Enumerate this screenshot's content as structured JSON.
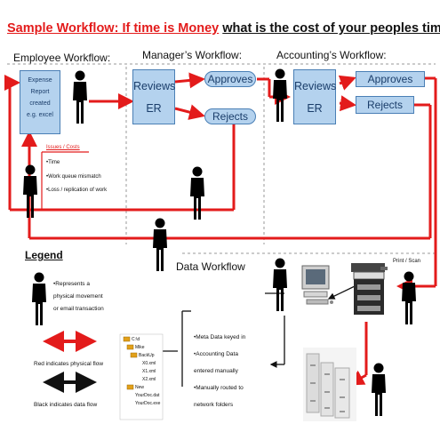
{
  "title": {
    "part1": "Sample Workflow: If time is Money",
    "part2": "what is the cost of your peoples time?"
  },
  "headings": {
    "employee": "Employee Workflow:",
    "manager": "Manager’s Workflow:",
    "accounting": "Accounting’s Workflow:",
    "legend": "Legend",
    "data_workflow": "Data Workflow"
  },
  "employee_box": [
    "Expense",
    "Report",
    "created",
    "e.g. excel"
  ],
  "manager_box": {
    "line1": "Reviews",
    "line2": "ER"
  },
  "manager_approves": "Approves",
  "manager_rejects": "Rejects",
  "accounting_box": {
    "line1": "Reviews",
    "line2": "ER"
  },
  "accounting_approves": "Approves",
  "accounting_rejects": "Rejects",
  "issues": {
    "title": "Issues / Costs",
    "items": [
      "•Time",
      "•Work queue mismatch",
      "•Loss / replication of work"
    ]
  },
  "legend": {
    "person_text": [
      "•Represents a",
      "physical movement",
      "or email transaction"
    ],
    "red_text": "Red indicates physical flow",
    "black_text": "Black indicates data  flow"
  },
  "print_scan": "Print / Scan",
  "data_notes": [
    "•Meta Data keyed in",
    "•Accounting Data",
    "entered manually",
    "•Manually routed to",
    "network folders"
  ],
  "folder_tree": [
    "C:\\d",
    "Mike",
    "BackUp",
    "X0.xml",
    "X1.xml",
    "X2.xml",
    "New",
    "YourDoc.dat",
    "YourDoc.exe"
  ],
  "colors": {
    "red": "#e31b1b",
    "box_fill": "#b4d2ee",
    "box_border": "#4a7fb5",
    "black": "#111111"
  },
  "icons": [
    "person-icon",
    "computer-icon",
    "copier-icon",
    "filing-cabinet-icon",
    "folder-icon"
  ]
}
